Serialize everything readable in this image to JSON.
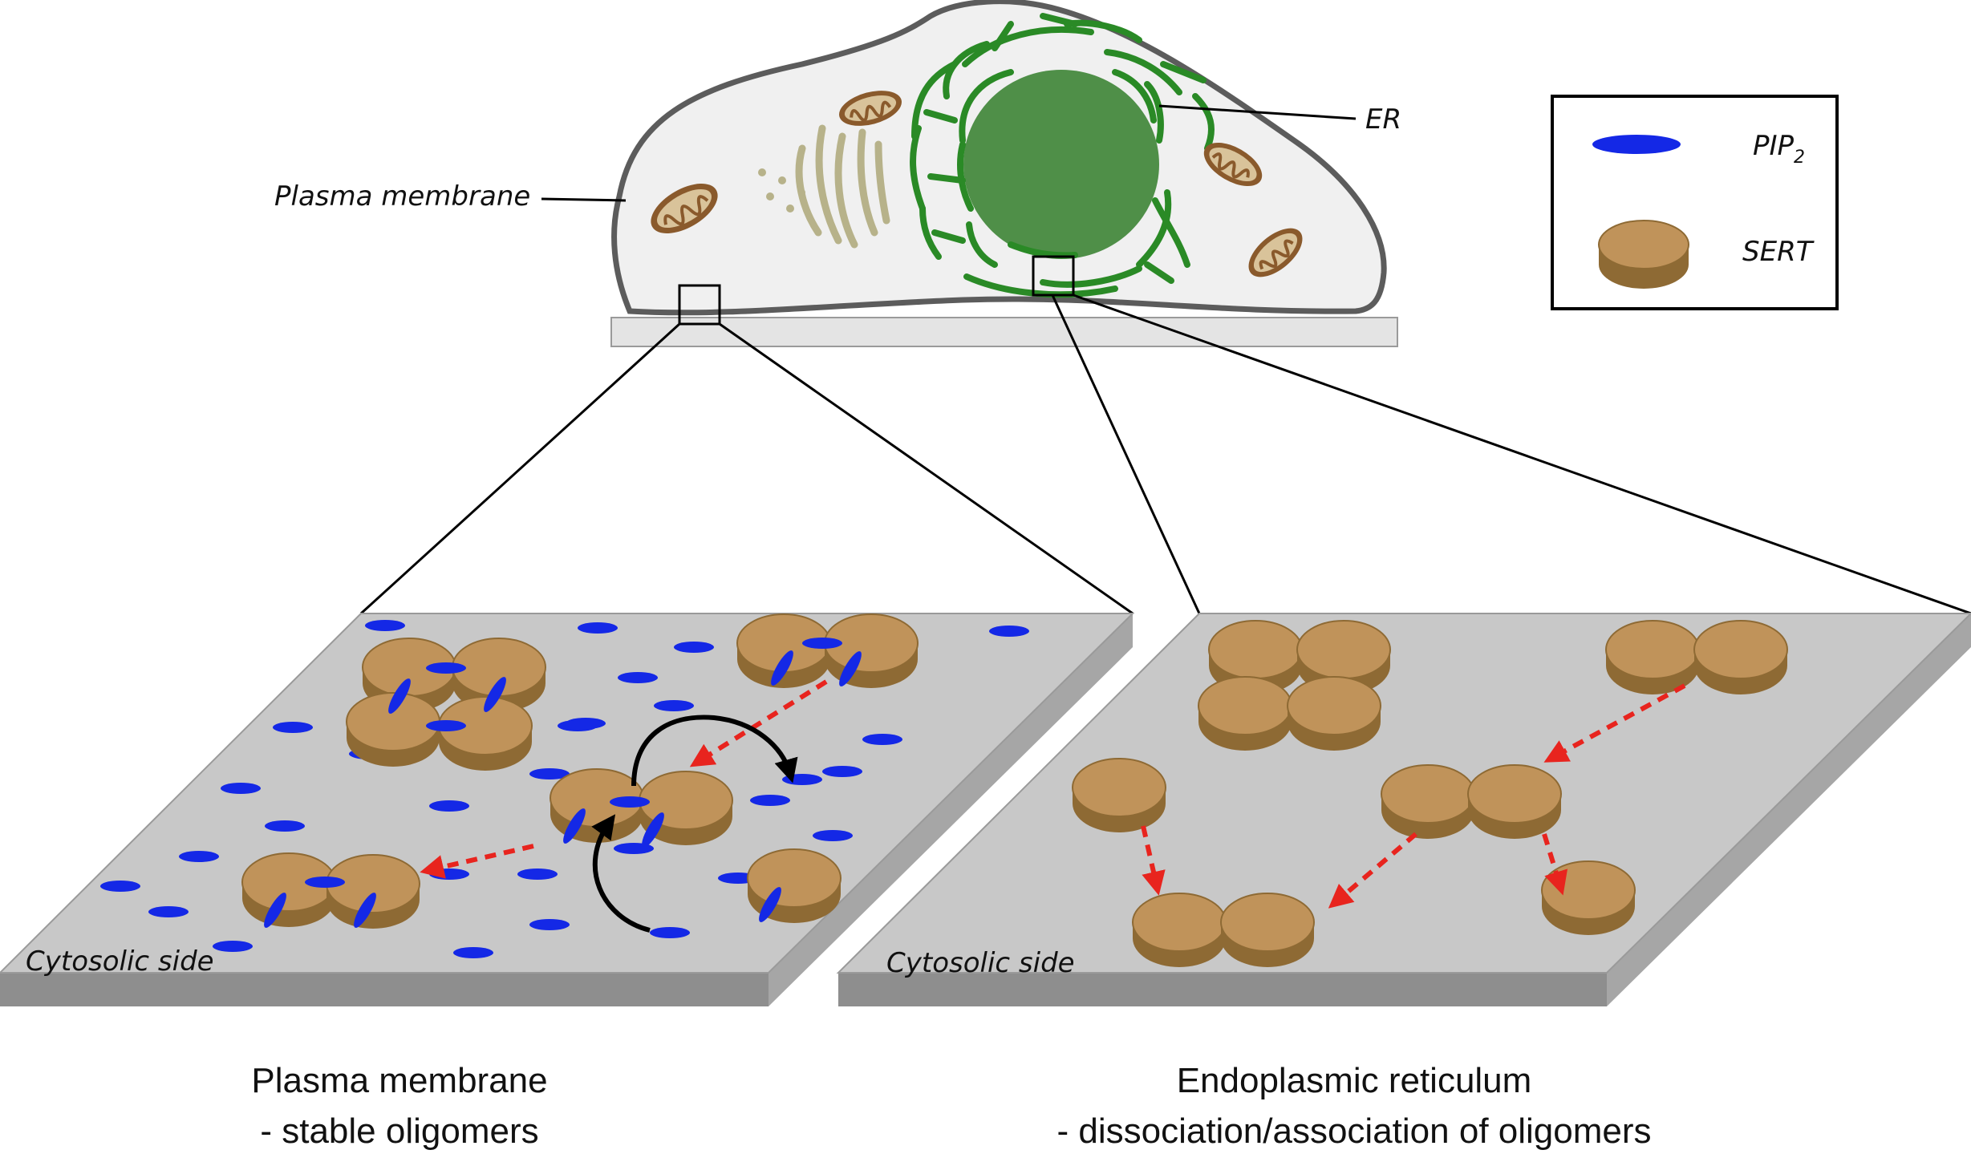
{
  "cell_labels": {
    "plasma_membrane": "Plasma membrane",
    "er": "ER"
  },
  "legend": {
    "pip2_label": "PIP",
    "pip2_subscript": "2",
    "sert_label": "SERT"
  },
  "panels": {
    "left_side_label": "Cytosolic side",
    "right_side_label": "Cytosolic side"
  },
  "captions": {
    "left_line1": "Plasma membrane",
    "left_line2": "- stable oligomers",
    "right_line1": "Endoplasmic reticulum",
    "right_line2": "- dissociation/association of oligomers"
  },
  "colors": {
    "pip2": "#1428e6",
    "sert_top": "#c0935a",
    "sert_side": "#8e6a34",
    "er": "#2a8a26",
    "nucleus": "#4f8f48",
    "slab_top": "#c8c8c8",
    "slab_side": "#8e8e8e",
    "red_arrow": "#e8241e"
  }
}
